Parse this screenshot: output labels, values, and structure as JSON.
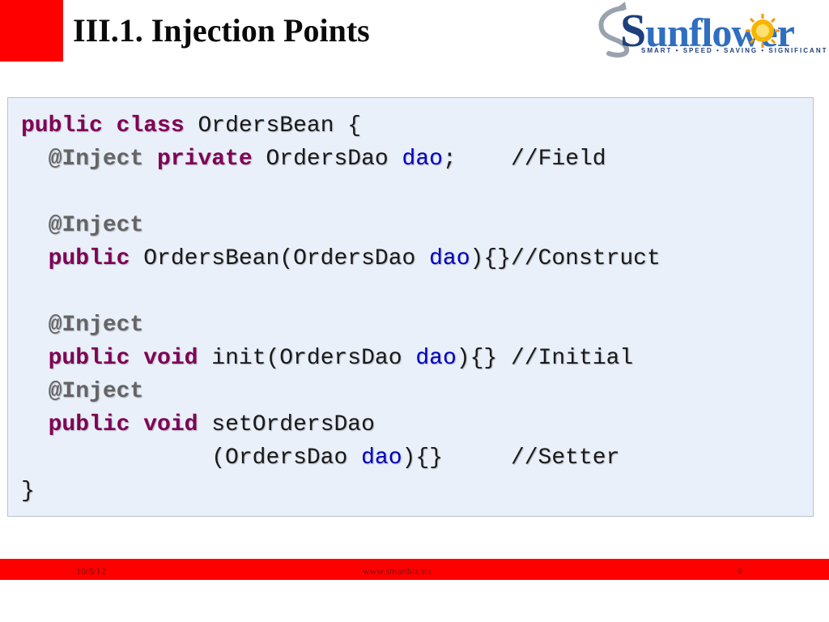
{
  "slide": {
    "title": "III.1. Injection Points"
  },
  "logo": {
    "wordmark_first": "S",
    "wordmark_rest": "unflower",
    "tagline": "SMART • SPEED • SAVING • SIGNIFICANT"
  },
  "code": {
    "tokens": {
      "public": "public",
      "class": "class",
      "OrdersBean_open": "OrdersBean {",
      "inject": "@Inject",
      "private": "private",
      "OrdersDao": "OrdersDao",
      "dao": "dao",
      "semi": ";",
      "field_comment": "//Field",
      "ctor_call": "OrdersBean(OrdersDao",
      "ctor_tail": "){}//Construct",
      "void": "void",
      "init_call": "init(OrdersDao",
      "init_tail": "){}",
      "initial_comment": "//Initial",
      "setter_name": "setOrdersDao",
      "setter_param": "(OrdersDao",
      "setter_tail": "){}",
      "setter_comment": "//Setter",
      "close": "}"
    }
  },
  "footer": {
    "date": "10/8/12",
    "url": "www.smartbiz.vn",
    "page": "9"
  },
  "colors": {
    "accent_red": "#ff0000",
    "keyword": "#7f0055",
    "variable": "#0000c0",
    "annotation": "#646464",
    "code_bg": "#eaf0fa"
  }
}
